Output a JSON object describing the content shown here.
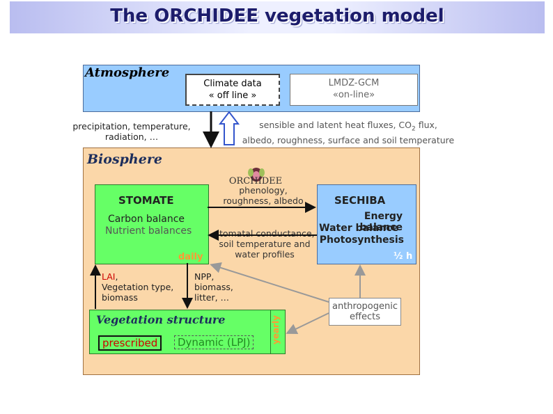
{
  "title": "The ORCHIDEE vegetation model",
  "atmosphere": {
    "label": "Atmosphere",
    "climate_line1": "Climate data",
    "climate_line2": "« off line »",
    "lmdz_line1": "LMDZ-GCM",
    "lmdz_line2": "«on-line»"
  },
  "exchange": {
    "down_line1": "precipitation, temperature,",
    "down_line2": "radiation, …",
    "up_line1_a": "sensible and latent heat fluxes, CO",
    "up_line1_sub": "2",
    "up_line1_b": " flux,",
    "up_line2": "albedo, roughness, surface and soil temperature"
  },
  "biosphere": {
    "label": "Biosphere",
    "logo_text": "ORCHIDEE",
    "stomate": {
      "label": "STOMATE",
      "carbon": "Carbon balance",
      "nutrient": "Nutrient balances",
      "timestep": "daily"
    },
    "sechiba": {
      "label": "SECHIBA",
      "energy": "Energy balance",
      "water": "Water balance",
      "photo": "Photosynthesis",
      "timestep": "½ h"
    },
    "phenology_line1": "phenology,",
    "phenology_line2": "roughness, albedo",
    "stomatal_line1": "stomatal conductance,",
    "stomatal_line2": "soil temperature and",
    "stomatal_line3": "water profiles",
    "lai_red": "LAI",
    "lai_rest1": ",",
    "lai_line2": "Vegetation type,",
    "lai_line3": "biomass",
    "npp_line1": "NPP,",
    "npp_line2": "biomass,",
    "npp_line3": "litter, …",
    "vegetation": {
      "label": "Vegetation structure",
      "prescribed": "prescribed",
      "dynamic": "Dynamic (LPJ)",
      "timestep": "yearly"
    }
  },
  "anthropogenic_line1": "anthropogenic",
  "anthropogenic_line2": "effects",
  "colors": {
    "atmosphere": "#99ccff",
    "biosphere": "#fbd7a9",
    "green": "#66ff66",
    "timestep": "#ff9933",
    "red": "#cc0000"
  }
}
